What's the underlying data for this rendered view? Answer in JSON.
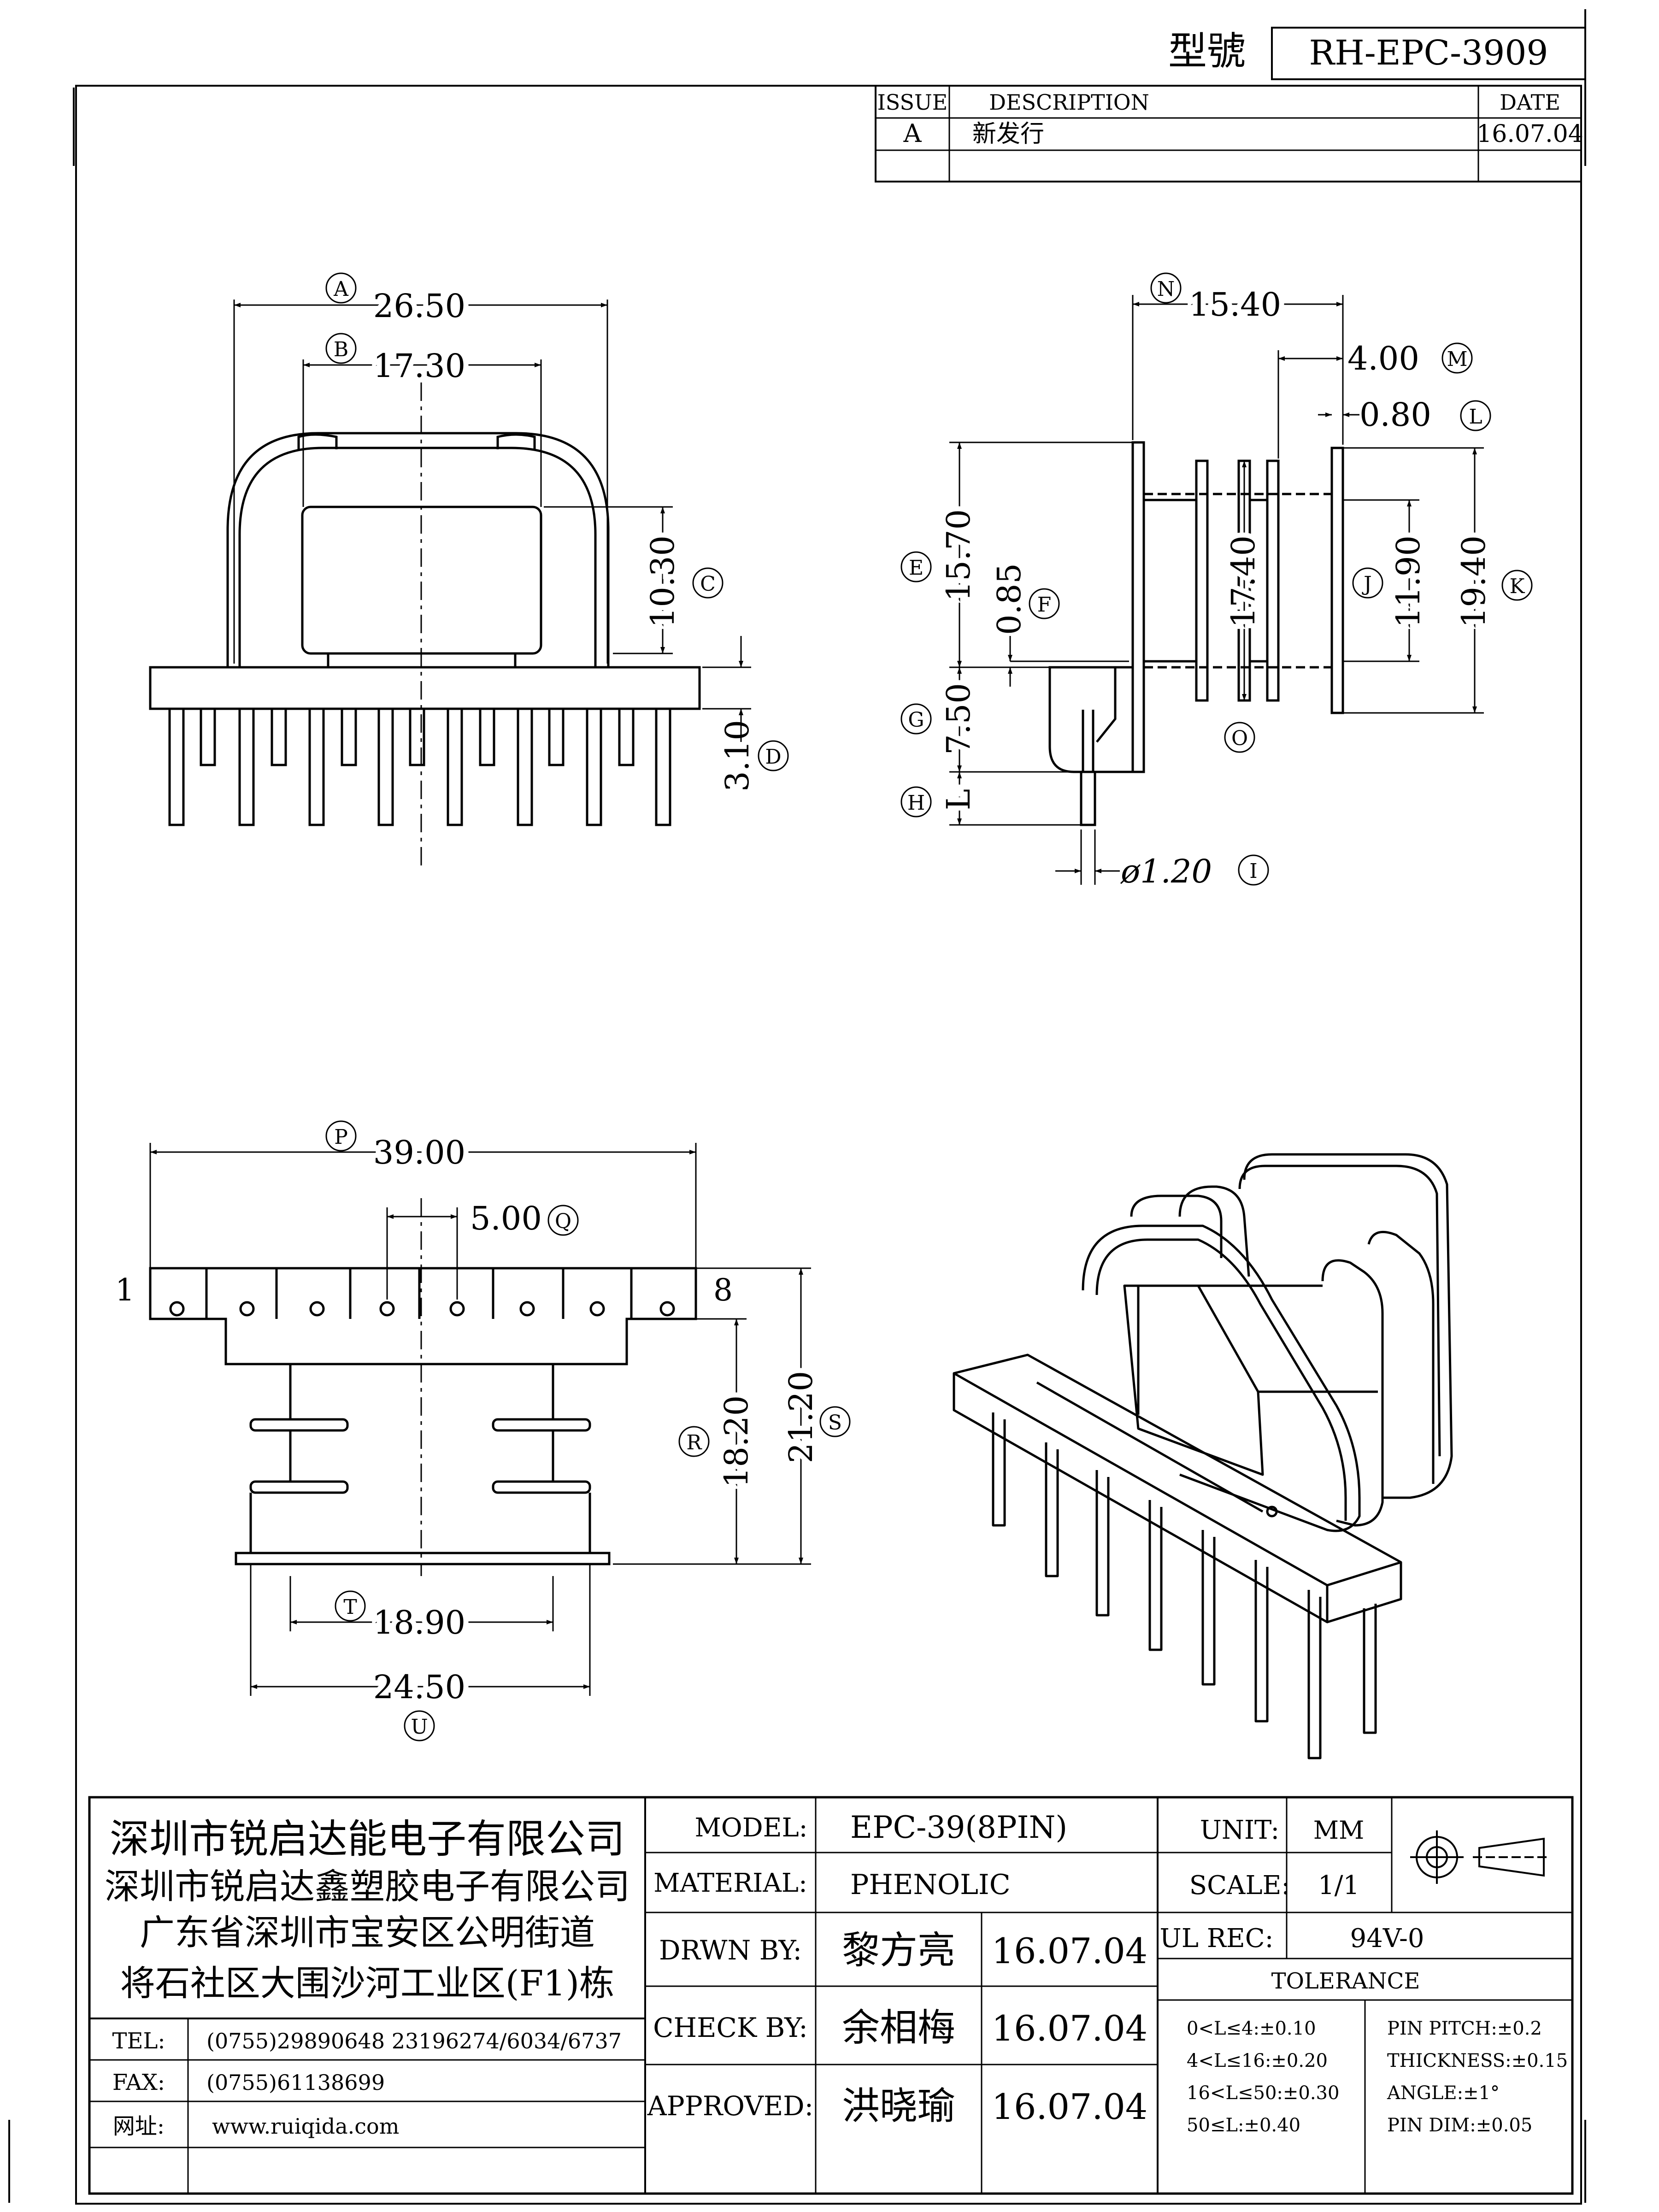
{
  "header": {
    "model_label": "型號",
    "model_value": "RH-EPC-3909"
  },
  "revision": {
    "headers": [
      "ISSUE",
      "DESCRIPTION",
      "DATE"
    ],
    "rows": [
      {
        "issue": "A",
        "description": "新发行",
        "date": "16.07.04"
      },
      {
        "issue": "",
        "description": "",
        "date": ""
      }
    ]
  },
  "front_view": {
    "dim_a": {
      "tag": "A",
      "value": "26.50"
    },
    "dim_b": {
      "tag": "B",
      "value": "17.30"
    },
    "dim_c": {
      "tag": "C",
      "value": "10.30"
    },
    "dim_d": {
      "tag": "D",
      "value": "3.10"
    }
  },
  "side_view": {
    "dim_n": {
      "tag": "N",
      "value": "15.40"
    },
    "dim_m": {
      "tag": "M",
      "value": "4.00"
    },
    "dim_l": {
      "tag": "L",
      "value": "0.80"
    },
    "dim_e": {
      "tag": "E",
      "value": "15.70"
    },
    "dim_f": {
      "tag": "F",
      "value": "0.85"
    },
    "dim_o": {
      "tag": "O",
      "value": "17.40"
    },
    "dim_j": {
      "tag": "J",
      "value": "11.90"
    },
    "dim_k": {
      "tag": "K",
      "value": "19.40"
    },
    "dim_g": {
      "tag": "G",
      "value": "7.50"
    },
    "dim_h": {
      "tag": "H",
      "value": "L"
    },
    "dim_i": {
      "tag": "I",
      "value": "ø1.20"
    }
  },
  "bottom_view": {
    "dim_p": {
      "tag": "P",
      "value": "39.00"
    },
    "dim_q": {
      "tag": "Q",
      "value": "5.00"
    },
    "dim_r": {
      "tag": "R",
      "value": "18.20"
    },
    "dim_s": {
      "tag": "S",
      "value": "21.20"
    },
    "dim_t": {
      "tag": "T",
      "value": "18.90"
    },
    "dim_u": {
      "tag": "U",
      "value": "24.50"
    },
    "pin_first": "1",
    "pin_last": "8"
  },
  "title_block": {
    "company": [
      "深圳市锐启达能电子有限公司",
      "深圳市锐启达鑫塑胶电子有限公司",
      "广东省深圳市宝安区公明街道",
      "将石社区大围沙河工业区(F1)栋"
    ],
    "tel_label": "TEL:",
    "tel_value": "(0755)29890648  23196274/6034/6737",
    "fax_label": "FAX:",
    "fax_value": "(0755)61138699",
    "web_label": "网址:",
    "web_value": "www.ruiqida.com",
    "model_label": "MODEL:",
    "model_value": "EPC-39(8PIN)",
    "material_label": "MATERIAL:",
    "material_value": "PHENOLIC",
    "drawn_label": "DRWN BY:",
    "drawn_name": "黎方亮",
    "drawn_date": "16.07.04",
    "check_label": "CHECK BY:",
    "check_name": "余相梅",
    "check_date": "16.07.04",
    "approved_label": "APPROVED:",
    "approved_name": "洪晓瑜",
    "approved_date": "16.07.04",
    "unit_label": "UNIT:",
    "unit_value": "MM",
    "scale_label": "SCALE:",
    "scale_value": "1/1",
    "ul_label": "UL REC:",
    "ul_value": "94V-0",
    "tolerance_title": "TOLERANCE",
    "tolerance_left": [
      "0<L≤4:±0.10",
      "4<L≤16:±0.20",
      "16<L≤50:±0.30",
      "50≤L:±0.40"
    ],
    "tolerance_right": [
      "PIN PITCH:±0.2",
      "THICKNESS:±0.15",
      "ANGLE:±1°",
      "PIN DIM:±0.05"
    ]
  }
}
